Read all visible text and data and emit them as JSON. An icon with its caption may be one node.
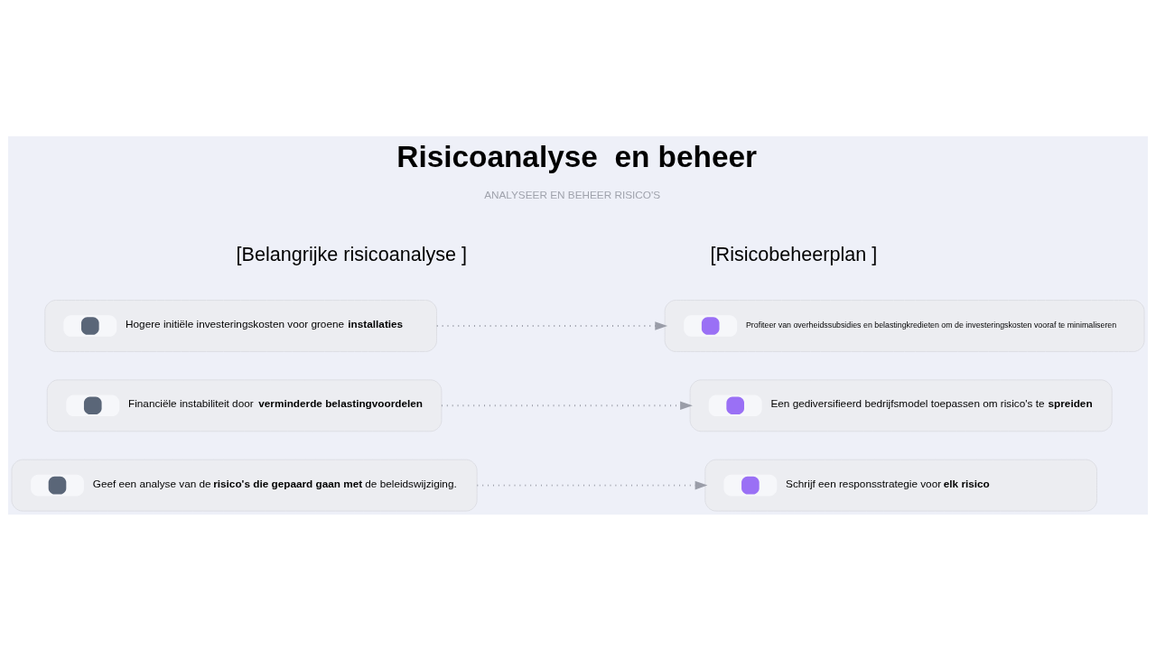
{
  "diagram": {
    "title": "Risicoanalyse  en beheer",
    "nodes": [
      {
        "text": [
          "Hogere initiële investeringskosten voor groene **installaties**"
        ]
      },
      {
        "text": [
          "Profiteer van overheidssubsidies en belastingkredieten om de investeringskosten vooraf te minimaliseren"
        ]
      },
      {
        "text": [
          "Financiële instabiliteit door **verminderde belastingvoordelen**"
        ]
      },
      {
        "text": [
          "Een gediversifieerd bedrijfsmodel toepassen om risico's te **spreiden**"
        ]
      },
      {
        "text": [
          "Geef een analyse van de **risico's die gepaard gaan met** de beleidswijziging."
        ]
      },
      {
        "text": [
          "Schrijf een responsstrategie voor **elk risico**"
        ]
      }
    ],
    "edges": [
      {
        "from": 0,
        "to": 1,
        "arrow": "to",
        "style": "dashed"
      },
      {
        "from": 2,
        "to": 3,
        "arrow": "to",
        "style": "dashed"
      },
      {
        "from": 4,
        "to": 5,
        "arrow": "to",
        "style": "dashed"
      }
    ],
    "labels": [
      "ANALYSEER EN BEHEER RISICO'S",
      "[Belangrijke risicoanalyse ]",
      "[Risicobeheerplan ]"
    ]
  }
}
